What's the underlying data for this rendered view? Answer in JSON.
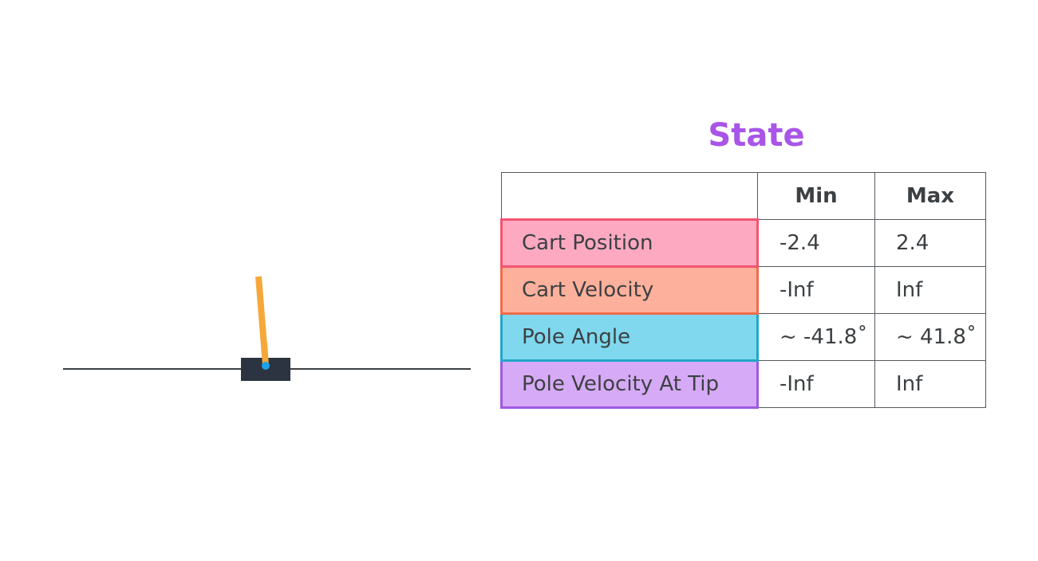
{
  "title": "State",
  "table": {
    "columns": [
      "",
      "Min",
      "Max"
    ],
    "rows": [
      {
        "label": "Cart Position",
        "min": "-2.4",
        "max": "2.4"
      },
      {
        "label": "Cart Velocity",
        "min": "-Inf",
        "max": "Inf"
      },
      {
        "label": "Pole Angle",
        "min": "~ -41.8˚",
        "max": "~ 41.8˚"
      },
      {
        "label": "Pole Velocity At Tip",
        "min": "-Inf",
        "max": "Inf"
      }
    ]
  },
  "colors": {
    "title": "#a855e8",
    "track": "#3c4043",
    "cart": "#2b3440",
    "pole": "#f5a83a",
    "axle": "#1aa3e8",
    "row_fills": [
      "#fda9c2",
      "#fdb09b",
      "#7fd8ee",
      "#d6aaf6"
    ],
    "row_borders": [
      "#f4546f",
      "#f26b4a",
      "#22a7c9",
      "#a05ae0"
    ]
  }
}
